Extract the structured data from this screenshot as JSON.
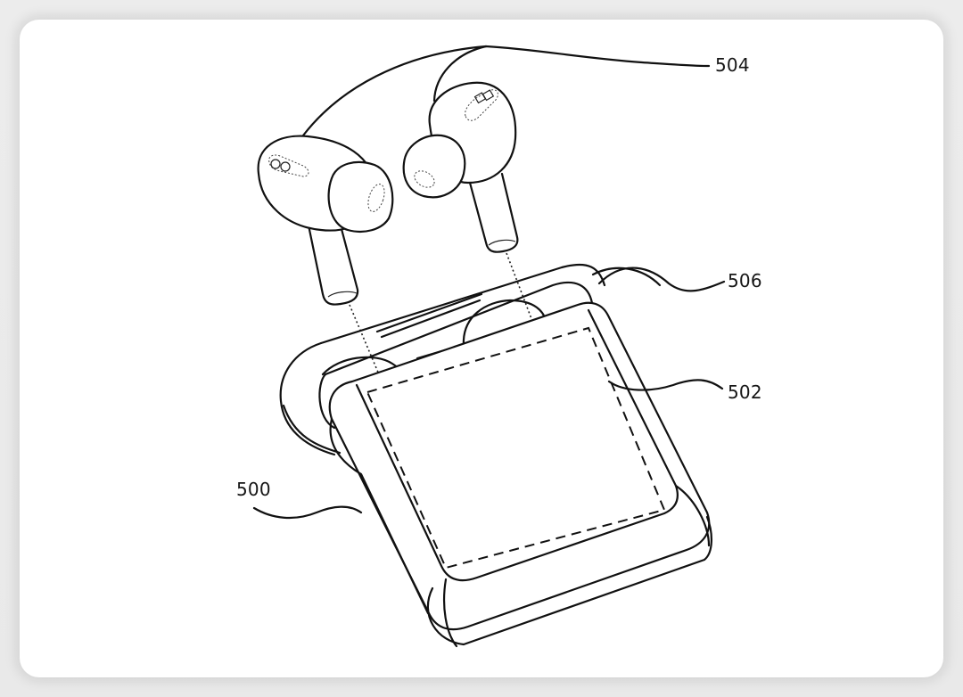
{
  "figure": {
    "description": "Patent-style line drawing of wireless earbuds above an open charging case with a display region",
    "line_color": "#111111",
    "background_color": "#ffffff",
    "labels": [
      {
        "id": "500",
        "text": "500",
        "target": "charging case"
      },
      {
        "id": "502",
        "text": "502",
        "target": "display region (dashed outline)"
      },
      {
        "id": "504",
        "text": "504",
        "target": "earbuds"
      },
      {
        "id": "506",
        "text": "506",
        "target": "case lid / hinge"
      }
    ]
  }
}
